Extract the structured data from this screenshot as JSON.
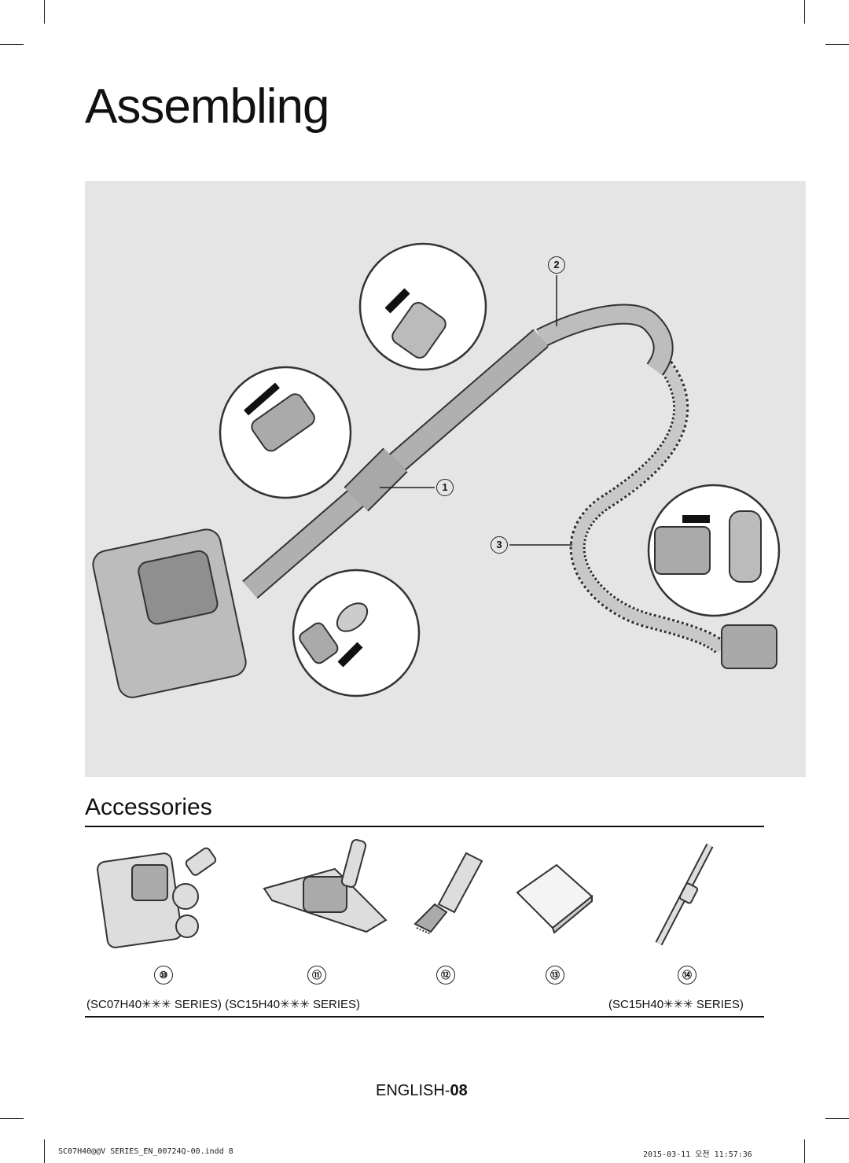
{
  "title": "Assembling",
  "figure": {
    "callouts": [
      {
        "label": "2"
      },
      {
        "label": "1"
      },
      {
        "label": "3"
      }
    ]
  },
  "accessories": {
    "title": "Accessories",
    "items": [
      {
        "number": "⑩",
        "icon": "upholstery-brush-icon"
      },
      {
        "number": "⑪",
        "icon": "floor-brush-icon"
      },
      {
        "number": "⑫",
        "icon": "crevice-tool-icon"
      },
      {
        "number": "⑬",
        "icon": "manual-booklet-icon"
      },
      {
        "number": "⑭",
        "icon": "extension-pipe-icon"
      }
    ],
    "series_left": "(SC07H40✳✳✳ SERIES) (SC15H40✳✳✳ SERIES)",
    "series_right": "(SC15H40✳✳✳ SERIES)"
  },
  "page_number_prefix": "ENGLISH-",
  "page_number": "08",
  "footer": {
    "file": "SC07H40@@V SERIES_EN_00724Q-00.indd   8",
    "timestamp": "2015-03-11   오전 11:57:36"
  }
}
